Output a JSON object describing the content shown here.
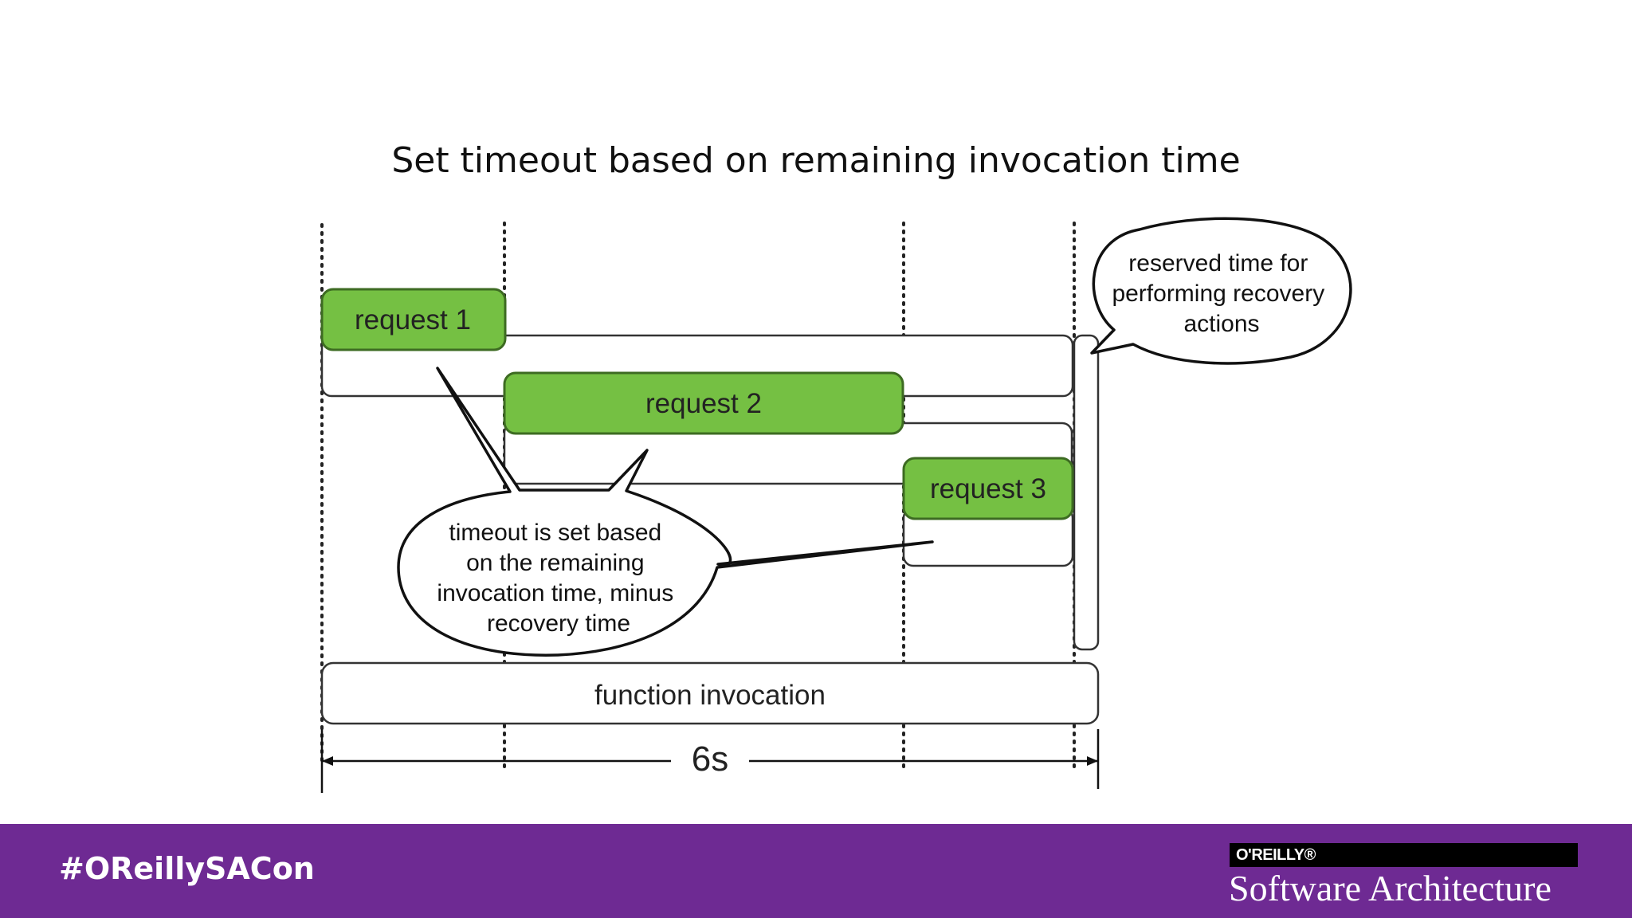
{
  "slide": {
    "title": "Set timeout based on remaining invocation time"
  },
  "diagram": {
    "requests": [
      {
        "label": "request 1"
      },
      {
        "label": "request 2"
      },
      {
        "label": "request 3"
      }
    ],
    "invocation_label": "function invocation",
    "duration_label": "6s",
    "callouts": {
      "reserved": {
        "lines": [
          "reserved time for",
          "performing recovery",
          "actions"
        ]
      },
      "timeout": {
        "lines": [
          "timeout is set based",
          "on the remaining",
          "invocation time, minus",
          "recovery time"
        ]
      }
    },
    "colors": {
      "request_fill": "#75c043",
      "request_stroke": "#3d6b22",
      "outline": "#333333",
      "footer": "#6e2a93"
    }
  },
  "footer": {
    "hashtag": "#OReillySACon",
    "publisher": "O'REILLY®",
    "event": "Software Architecture"
  }
}
